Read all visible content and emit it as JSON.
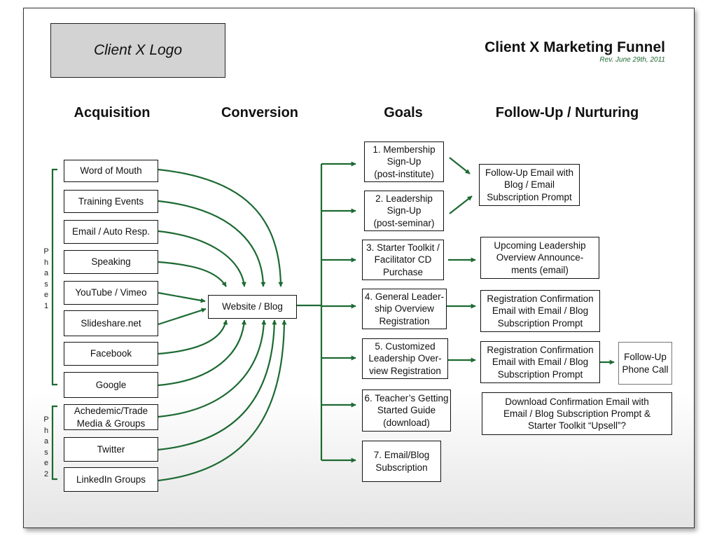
{
  "header": {
    "logo": "Client X Logo",
    "title": "Client X Marketing Funnel",
    "revision": "Rev. June 29th, 2011"
  },
  "columns": {
    "acquisition": "Acquisition",
    "conversion": "Conversion",
    "goals": "Goals",
    "followup": "Follow-Up / Nurturing"
  },
  "phases": {
    "phase1": "Phase1",
    "phase2": "Phase2"
  },
  "acquisition": [
    "Word of Mouth",
    "Training Events",
    "Email / Auto Resp.",
    "Speaking",
    "YouTube / Vimeo",
    "Slideshare.net",
    "Facebook",
    "Google",
    "Achedemic/Trade\nMedia & Groups",
    "Twitter",
    "LinkedIn Groups"
  ],
  "conversion": {
    "hub": "Website / Blog"
  },
  "goals": [
    "1. Membership\nSign-Up\n(post-institute)",
    "2. Leadership\nSign-Up\n(post-seminar)",
    "3. Starter Toolkit /\nFacilitator CD\nPurchase",
    "4. General Leader-\nship Overview\nRegistration",
    "5. Customized\nLeadership Over-\nview Registration",
    "6. Teacher’s Getting\nStarted Guide\n(download)",
    "7. Email/Blog\nSubscription"
  ],
  "followup": [
    "Follow-Up Email with\nBlog / Email\nSubscription Prompt",
    "Upcoming Leadership\nOverview Announce-\nments (email)",
    "Registration Confirmation\nEmail with Email / Blog\nSubscription Prompt",
    "Registration Confirmation\nEmail with Email / Blog\nSubscription Prompt",
    "Download Confirmation Email with\nEmail / Blog Subscription Prompt &\nStarter Toolkit “Upsell”?"
  ],
  "extra": {
    "phone": "Follow-Up\nPhone Call"
  },
  "colors": {
    "arrow": "#1c6a32",
    "rev_text": "#1f6b33",
    "logo_fill": "#d3d3d3"
  }
}
